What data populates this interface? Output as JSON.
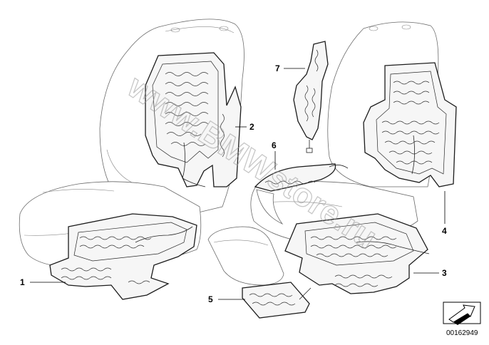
{
  "callouts": {
    "c1": "1",
    "c2": "2",
    "c3": "3",
    "c4": "4",
    "c5": "5",
    "c6": "6",
    "c7": "7"
  },
  "watermark": "www.BMWstore.ru",
  "document_number": "00162949",
  "icons": {
    "corner_symbol": "arrow-box-icon"
  },
  "colors": {
    "background": "#ffffff",
    "line": "#000000",
    "outline": "#6a6a6a"
  }
}
